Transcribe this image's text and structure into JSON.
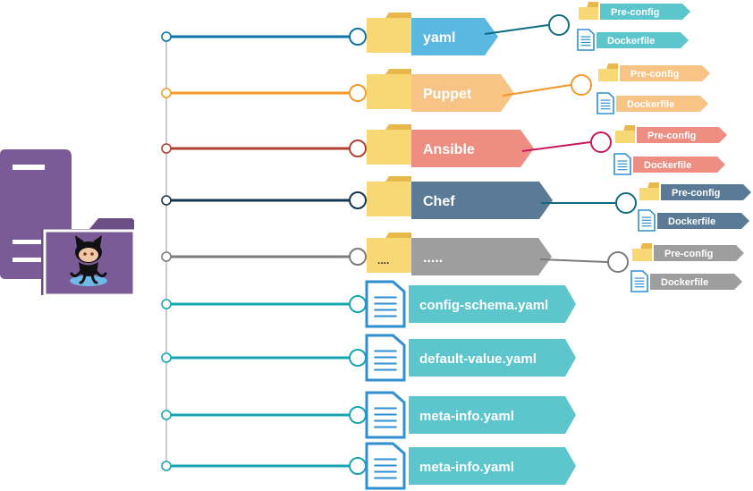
{
  "repo_icon": "github-server-folder-icon",
  "branches": [
    {
      "label": "yaml",
      "color": "#0c74a5",
      "tag_color": "#5bb8e1",
      "subs": [
        "Pre-config",
        "Dockerfile"
      ],
      "sub_color": "#5cc6cc",
      "link_color": "#0f6c80"
    },
    {
      "label": "Puppet",
      "color": "#f39a2b",
      "tag_color": "#f7c486",
      "subs": [
        "Pre-config",
        "Dockerfile"
      ],
      "sub_color": "#f7c486",
      "link_color": "#f39a2b"
    },
    {
      "label": "Ansible",
      "color": "#b0402f",
      "tag_color": "#ee8e82",
      "subs": [
        "Pre-config",
        "Dockerfile"
      ],
      "sub_color": "#ee8e82",
      "link_color": "#c8175c"
    },
    {
      "label": "Chef",
      "color": "#16364f",
      "tag_color": "#5b7a95",
      "subs": [
        "Pre-config",
        "Dockerfile"
      ],
      "sub_color": "#5b7a95",
      "link_color": "#0f6c80"
    },
    {
      "label": ".....",
      "folder_label": "....",
      "color": "#7b7b7b",
      "tag_color": "#9e9e9e",
      "subs": [
        "Pre-config",
        "Dockerfile"
      ],
      "sub_color": "#9e9e9e",
      "link_color": "#7b7b7b"
    }
  ],
  "files": [
    {
      "label": "config-schema.yaml",
      "color": "#17a6b1",
      "tag_color": "#5cc6cc"
    },
    {
      "label": "default-value.yaml",
      "color": "#17a6b1",
      "tag_color": "#5cc6cc"
    },
    {
      "label": "meta-info.yaml",
      "color": "#17a6b1",
      "tag_color": "#5cc6cc"
    },
    {
      "label": "meta-info.yaml",
      "color": "#17a6b1",
      "tag_color": "#5cc6cc"
    }
  ],
  "trunk_color": "#c9c9c9",
  "folder_color": "#f8d775",
  "doc_color": "#2f8fd0"
}
